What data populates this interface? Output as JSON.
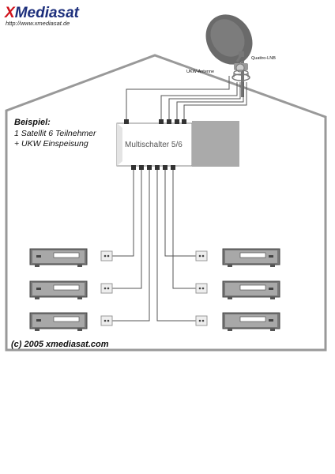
{
  "logo": {
    "brand_x": "X",
    "brand_rest": "Mediasat",
    "url": "http://www.xmediasat.de"
  },
  "labels": {
    "lnb": "Quattro-LNB",
    "ukw_antenna": "UKW-Antenne"
  },
  "example": {
    "title": "Beispiel:",
    "line1": "1 Satellit 6 Teilnehmer",
    "line2": "+ UKW Einspeisung"
  },
  "multiswitch": {
    "label": "Multischalter 5/6"
  },
  "copyright": "(c) 2005 xmediasat.com",
  "colors": {
    "outline": "#999999",
    "switch": "#aaaaaa",
    "wire": "#555555",
    "logo_red": "#d0121b",
    "logo_blue": "#1d2f7c"
  },
  "receivers": {
    "count": 6,
    "sockets": 6
  }
}
